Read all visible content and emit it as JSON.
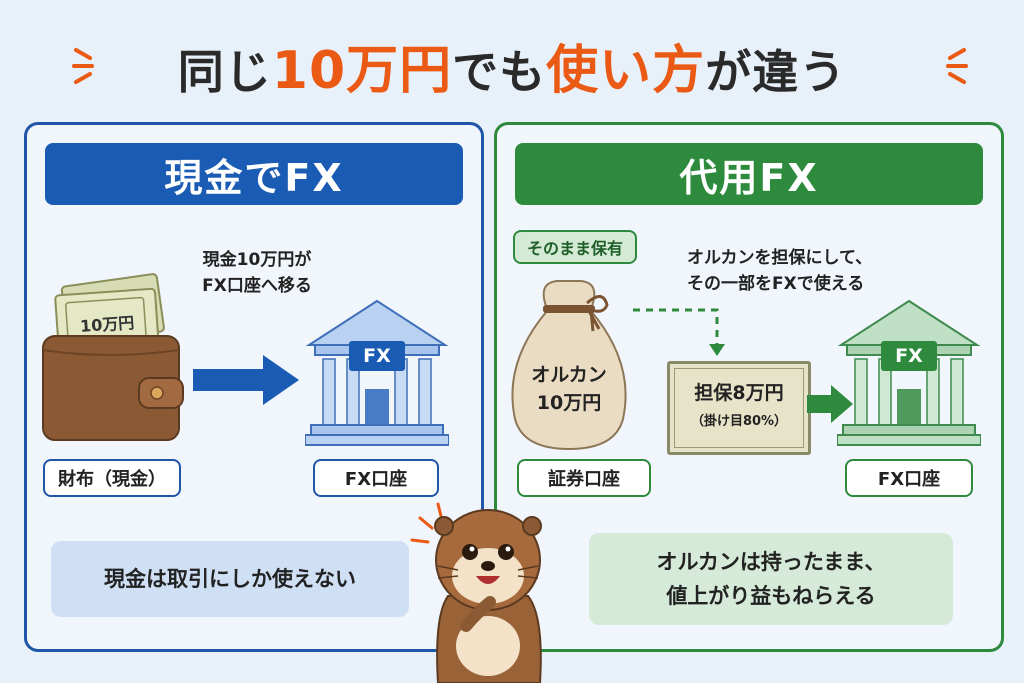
{
  "title": {
    "part1": "同じ",
    "part2": "10万円",
    "part3": "でも",
    "part4": "使い方",
    "part5": "が違う"
  },
  "left_panel": {
    "banner": "現金でFX",
    "note_line1": "現金10万円が",
    "note_line2": "FX口座へ移る",
    "bill_label": "10万円",
    "bank_sign": "FX",
    "wallet_label": "財布（現金）",
    "account_label": "FX口座",
    "message": "現金は取引にしか使えない"
  },
  "right_panel": {
    "banner": "代用FX",
    "hold_pill": "そのまま保有",
    "note_line1": "オルカンを担保にして、",
    "note_line2": "その一部をFXで使える",
    "bag_line1": "オルカン",
    "bag_line2": "10万円",
    "collateral_line1": "担保8万円",
    "collateral_line2": "（掛け目80%）",
    "bank_sign": "FX",
    "securities_label": "証券口座",
    "account_label": "FX口座",
    "message_line1": "オルカンは持ったまま、",
    "message_line2": "値上がり益もねらえる"
  },
  "colors": {
    "accent_orange": "#ea5a14",
    "blue": "#1a5bb3",
    "green": "#2e8b3e"
  }
}
